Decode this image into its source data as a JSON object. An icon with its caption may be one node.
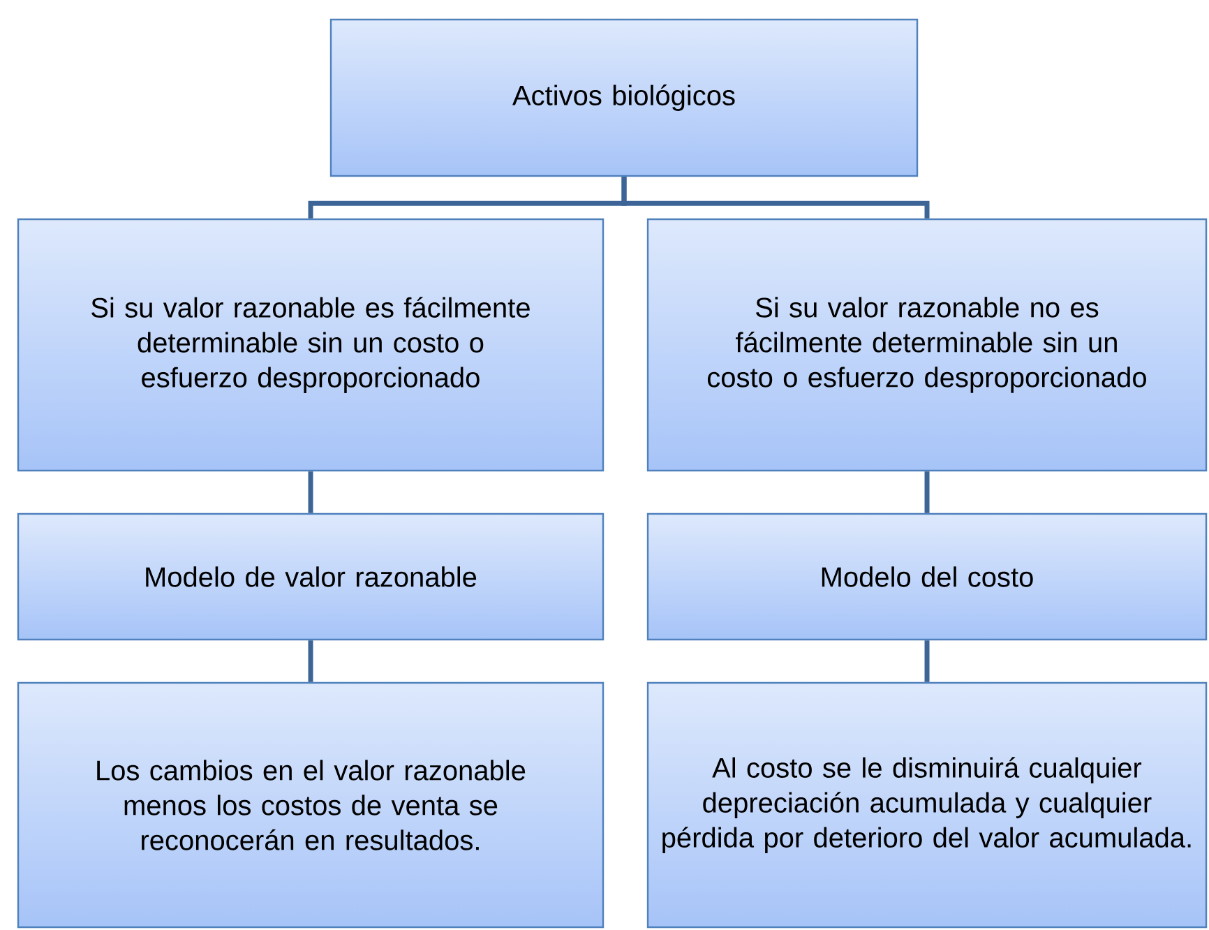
{
  "diagram": {
    "nodes": [
      {
        "text": [
          "Activos biológicos"
        ]
      },
      {
        "text": [
          "Si su valor razonable es fácilmente determinable sin un costo o esfuerzo desproporcionado"
        ]
      },
      {
        "text": [
          "Si su valor razonable no es fácilmente determinable sin un costo o esfuerzo desproporcionado"
        ]
      },
      {
        "text": [
          "Modelo de valor razonable"
        ]
      },
      {
        "text": [
          "Modelo del costo"
        ]
      },
      {
        "text": [
          "Los cambios en el valor razonable menos los costos de venta se reconocerán en resultados."
        ]
      },
      {
        "text": [
          "Al costo se le disminuirá cualquier depreciación acumulada y cualquier pérdida por deterioro del valor acumulada."
        ]
      }
    ],
    "edges": [
      {
        "from": 0,
        "to": 1,
        "arrow": "none"
      },
      {
        "from": 0,
        "to": 2,
        "arrow": "none"
      },
      {
        "from": 1,
        "to": 3,
        "arrow": "none"
      },
      {
        "from": 2,
        "to": 4,
        "arrow": "none"
      },
      {
        "from": 3,
        "to": 5,
        "arrow": "none"
      },
      {
        "from": 4,
        "to": 6,
        "arrow": "none"
      }
    ]
  }
}
